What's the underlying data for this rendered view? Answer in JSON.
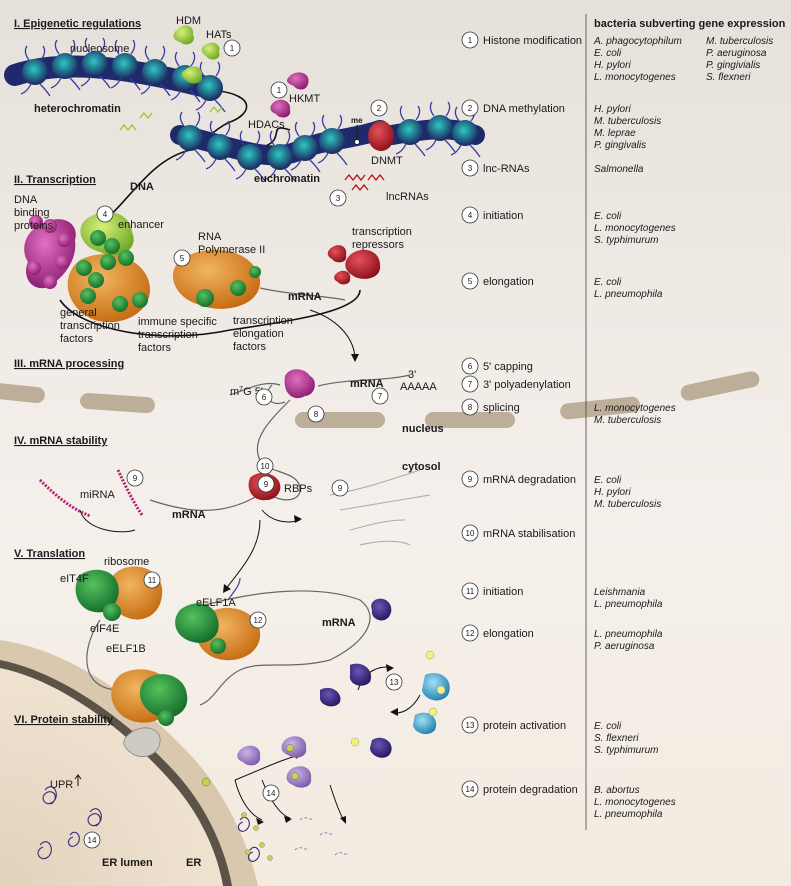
{
  "sections": [
    {
      "label": "I. Epigenetic regulations"
    },
    {
      "label": "II. Transcription"
    },
    {
      "label": "III. mRNA processing"
    },
    {
      "label": "IV. mRNA stability"
    },
    {
      "label": "V. Translation"
    },
    {
      "label": "VI. Protein stability"
    }
  ],
  "table": {
    "header": "bacteria subverting gene expression",
    "rows": [
      {
        "num": "1",
        "process": "Histone modification",
        "col1": [
          "A. phagocytophilum",
          "E. coli",
          "H. pylori",
          "L. monocytogenes"
        ],
        "col2": [
          "M. tuberculosis",
          "P. aeruginosa",
          "P. gingivialis",
          "S. flexneri"
        ]
      },
      {
        "num": "2",
        "process": "DNA methylation",
        "col1": [
          "H. pylori",
          "M. tuberculosis",
          "M. leprae",
          "P. gingivalis"
        ],
        "col2": []
      },
      {
        "num": "3",
        "process": "lnc-RNAs",
        "col1": [
          "Salmonella"
        ],
        "col2": []
      },
      {
        "num": "4",
        "process": "initiation",
        "col1": [
          "E. coli",
          "L. monocytogenes",
          "S. typhimurum"
        ],
        "col2": []
      },
      {
        "num": "5",
        "process": "elongation",
        "col1": [
          "E. coli",
          "L. pneumophila"
        ],
        "col2": []
      },
      {
        "num": "6",
        "process": "5' capping",
        "col1": [],
        "col2": []
      },
      {
        "num": "7",
        "process": "3' polyadenylation",
        "col1": [],
        "col2": []
      },
      {
        "num": "8",
        "process": "splicing",
        "col1": [
          "L. monocytogenes",
          "M. tuberculosis"
        ],
        "col2": []
      },
      {
        "num": "9",
        "process": "mRNA degradation",
        "col1": [
          "E. coli",
          "H. pylori",
          "M. tuberculosis"
        ],
        "col2": []
      },
      {
        "num": "10",
        "process": "mRNA stabilisation",
        "col1": [],
        "col2": []
      },
      {
        "num": "11",
        "process": "initiation",
        "col1": [
          "Leishmania",
          "L. pneumophila"
        ],
        "col2": []
      },
      {
        "num": "12",
        "process": "elongation",
        "col1": [
          "L. pneumophila",
          "P. aeruginosa"
        ],
        "col2": []
      },
      {
        "num": "13",
        "process": "protein activation",
        "col1": [
          "E. coli",
          "S. flexneri",
          "S. typhimurum"
        ],
        "col2": []
      },
      {
        "num": "14",
        "process": "protein degradation",
        "col1": [
          "B. abortus",
          "L. monocytogenes",
          "L. pneumophila"
        ],
        "col2": []
      }
    ]
  },
  "labels": {
    "hdm": "HDM",
    "hats": "HATs",
    "nucleosome": "nucleosome",
    "heterochromatin": "heterochromatin",
    "hkmt": "HKMT",
    "hdacs": "HDACs",
    "me": "me",
    "dnmt": "DNMT",
    "euchromatin": "euchromatin",
    "lncrnas": "lncRNAs",
    "dna": "DNA",
    "dna_binding_proteins": "DNA binding proteins",
    "enhancer": "enhancer",
    "rna_pol": "RNA Polymerase II",
    "transcription_repressors": "transcription repressors",
    "mrna": "mRNA",
    "general_tf": "general transcription factors",
    "immune_tf": "immune specific transcription factors",
    "elongation_tf": "transcription elongation factors",
    "cap": "m7G 5'",
    "polya_3": "3'",
    "polya": "AAAAA",
    "nucleus": "nucleus",
    "cytosol": "cytosol",
    "mirna": "miRNA",
    "rbps": "RBPs",
    "ribosome": "ribosome",
    "eit4f": "eIT4F",
    "eif4e": "eIF4E",
    "eelf1a": "eELF1A",
    "eelf1b": "eELF1B",
    "upr": "UPR",
    "er_lumen": "ER lumen",
    "er": "ER"
  },
  "colors": {
    "nucleosome": "#1e2a6b",
    "histone_core": "#1aa5a0",
    "green_protein": "#2e8b3a",
    "lime_protein": "#9acd32",
    "orange_polymerase": "#d98a1f",
    "magenta_protein": "#c0308c",
    "red_protein": "#c41e2a",
    "purple_protein": "#3a2a7a",
    "cyan_protein": "#3aa7d6"
  }
}
